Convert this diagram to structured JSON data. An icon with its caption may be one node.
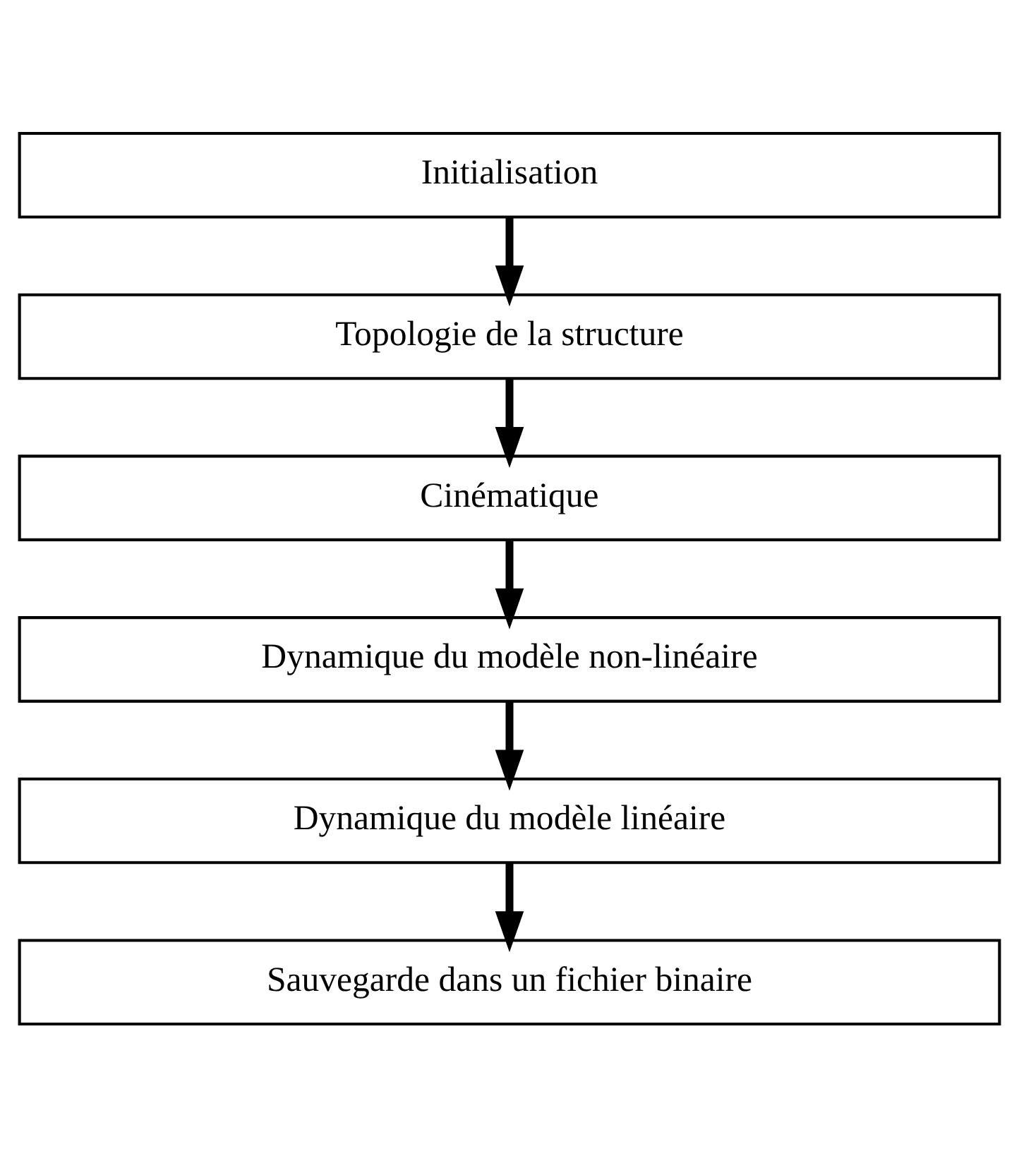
{
  "diagram": {
    "nodes": [
      {
        "text": [
          "Initialisation"
        ]
      },
      {
        "text": [
          "Topologie de la structure"
        ]
      },
      {
        "text": [
          "Cinématique"
        ]
      },
      {
        "text": [
          "Dynamique du modèle non-linéaire"
        ]
      },
      {
        "text": [
          "Dynamique du modèle linéaire"
        ]
      },
      {
        "text": [
          "Sauvegarde dans un fichier binaire"
        ]
      }
    ],
    "edges": [
      {
        "from": 0,
        "to": 1,
        "arrow": "to"
      },
      {
        "from": 1,
        "to": 2,
        "arrow": "to"
      },
      {
        "from": 2,
        "to": 3,
        "arrow": "to"
      },
      {
        "from": 3,
        "to": 4,
        "arrow": "to"
      },
      {
        "from": 4,
        "to": 5,
        "arrow": "to"
      }
    ]
  }
}
